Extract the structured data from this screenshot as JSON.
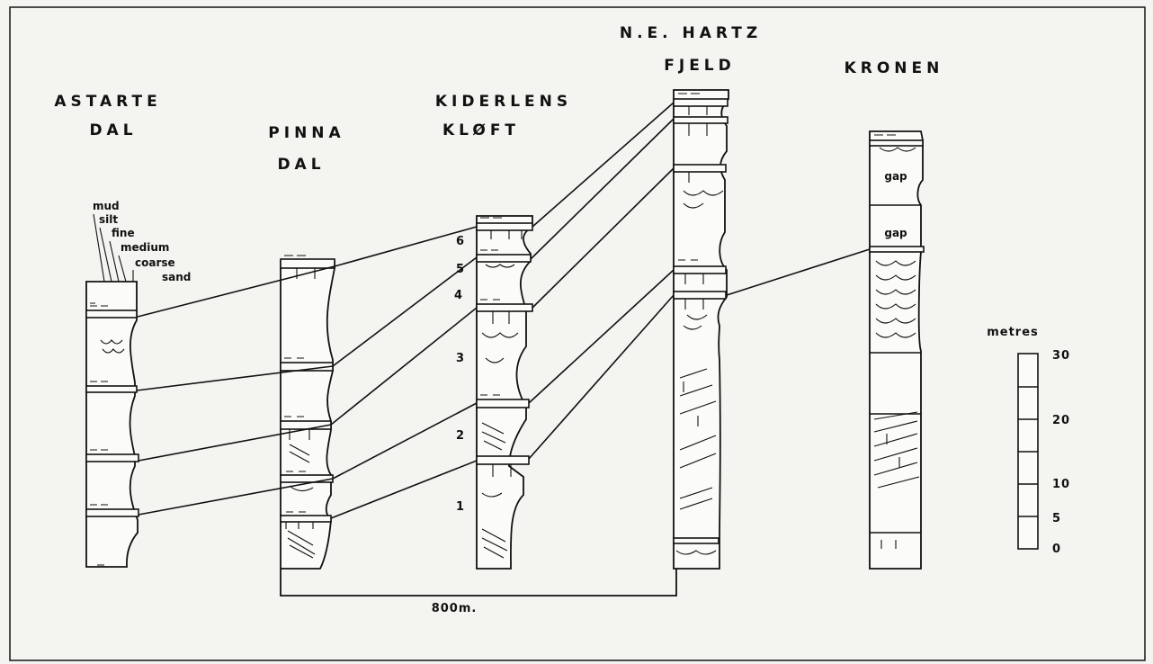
{
  "sections": {
    "astarte": {
      "line1": "ASTARTE",
      "line2": "DAL"
    },
    "pinna": {
      "line1": "PINNA",
      "line2": "DAL"
    },
    "kiderlens": {
      "line1": "KIDERLENS",
      "line2": "KLØFT"
    },
    "hartz": {
      "line1": "N.E. HARTZ",
      "line2": "FJELD"
    },
    "kronen": {
      "line1": "KRONEN"
    }
  },
  "grain_size_key": [
    "mud",
    "silt",
    "fine",
    "medium",
    "coarse",
    "sand"
  ],
  "bed_numbers": [
    "6",
    "5",
    "4",
    "3",
    "2",
    "1"
  ],
  "gap_label": "gap",
  "distance_label": "800m.",
  "scale": {
    "title": "metres",
    "ticks": [
      "30",
      "20",
      "10",
      "5",
      "0"
    ]
  }
}
